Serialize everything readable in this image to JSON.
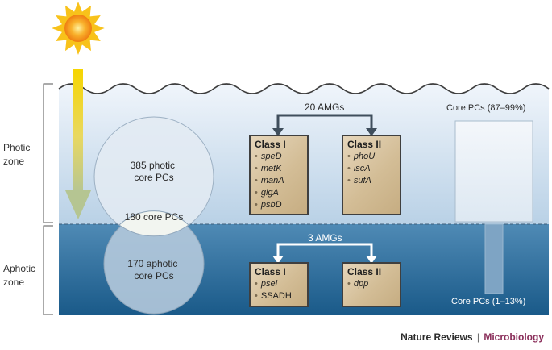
{
  "zones": {
    "photic": [
      "Photic",
      "zone"
    ],
    "aphotic": [
      "Aphotic",
      "zone"
    ]
  },
  "venn": {
    "photic_label": [
      "385 photic",
      "core PCs"
    ],
    "overlap_label": "180 core PCs",
    "aphotic_label": [
      "170 aphotic",
      "core PCs"
    ]
  },
  "photic_amgs": {
    "label": "20 AMGs",
    "class1": {
      "title": "Class I",
      "genes": [
        "speD",
        "metK",
        "manA",
        "glgA",
        "psbD"
      ]
    },
    "class2": {
      "title": "Class II",
      "genes": [
        "phoU",
        "iscA",
        "sufA"
      ]
    }
  },
  "aphotic_amgs": {
    "label": "3 AMGs",
    "class1": {
      "title": "Class I",
      "genes": [
        "psel",
        "SSADH"
      ]
    },
    "class2": {
      "title": "Class II",
      "genes": [
        "dpp"
      ]
    }
  },
  "core_pcs": {
    "photic_label": "Core PCs (87–99%)",
    "aphotic_label": "Core PCs (1–13%)"
  },
  "credit": {
    "journal": "Nature Reviews",
    "separator": "|",
    "section": "Microbiology"
  },
  "colors": {
    "sun": "#f7a21b",
    "arrow": "#f2d43a",
    "photic_top": "#e8eff8",
    "aphotic_bottom": "#1d5f8c",
    "box": "#d3bd96",
    "section": "#8a2e5a"
  }
}
